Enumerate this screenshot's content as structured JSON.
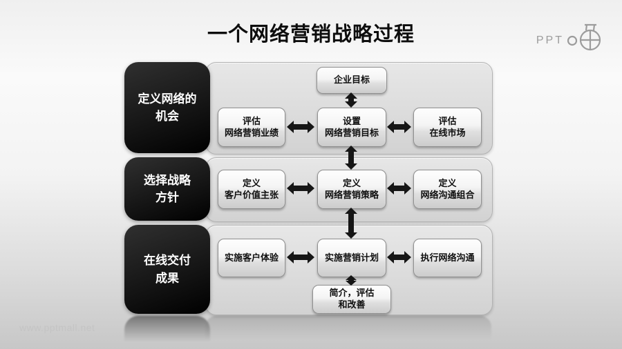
{
  "slide": {
    "title": "一个网络营销战略过程",
    "watermark": "www.pptmall.net",
    "logo_text": "PPT"
  },
  "diagram": {
    "rows": [
      {
        "label": "定义网络的\n机会",
        "top_box": "企业目标",
        "boxes": [
          "评估\n网络营销业绩",
          "设置\n网络营销目标",
          "评估\n在线市场"
        ]
      },
      {
        "label": "选择战略\n方针",
        "boxes": [
          "定义\n客户价值主张",
          "定义\n网络营销策略",
          "定义\n网络沟通组合"
        ]
      },
      {
        "label": "在线交付\n成果",
        "boxes": [
          "实施客户体验",
          "实施营销计划",
          "执行网络沟通"
        ],
        "bottom_box": "简介，评估\n和改善"
      }
    ],
    "arrow_style": "double-headed",
    "colors": {
      "label_block": "#161616",
      "panel_gray": "#dcdcdc",
      "arrow": "#161616",
      "title": "#0d0d0d",
      "watermark": "#c4c4c4",
      "logo": "#9c9c9c"
    }
  }
}
